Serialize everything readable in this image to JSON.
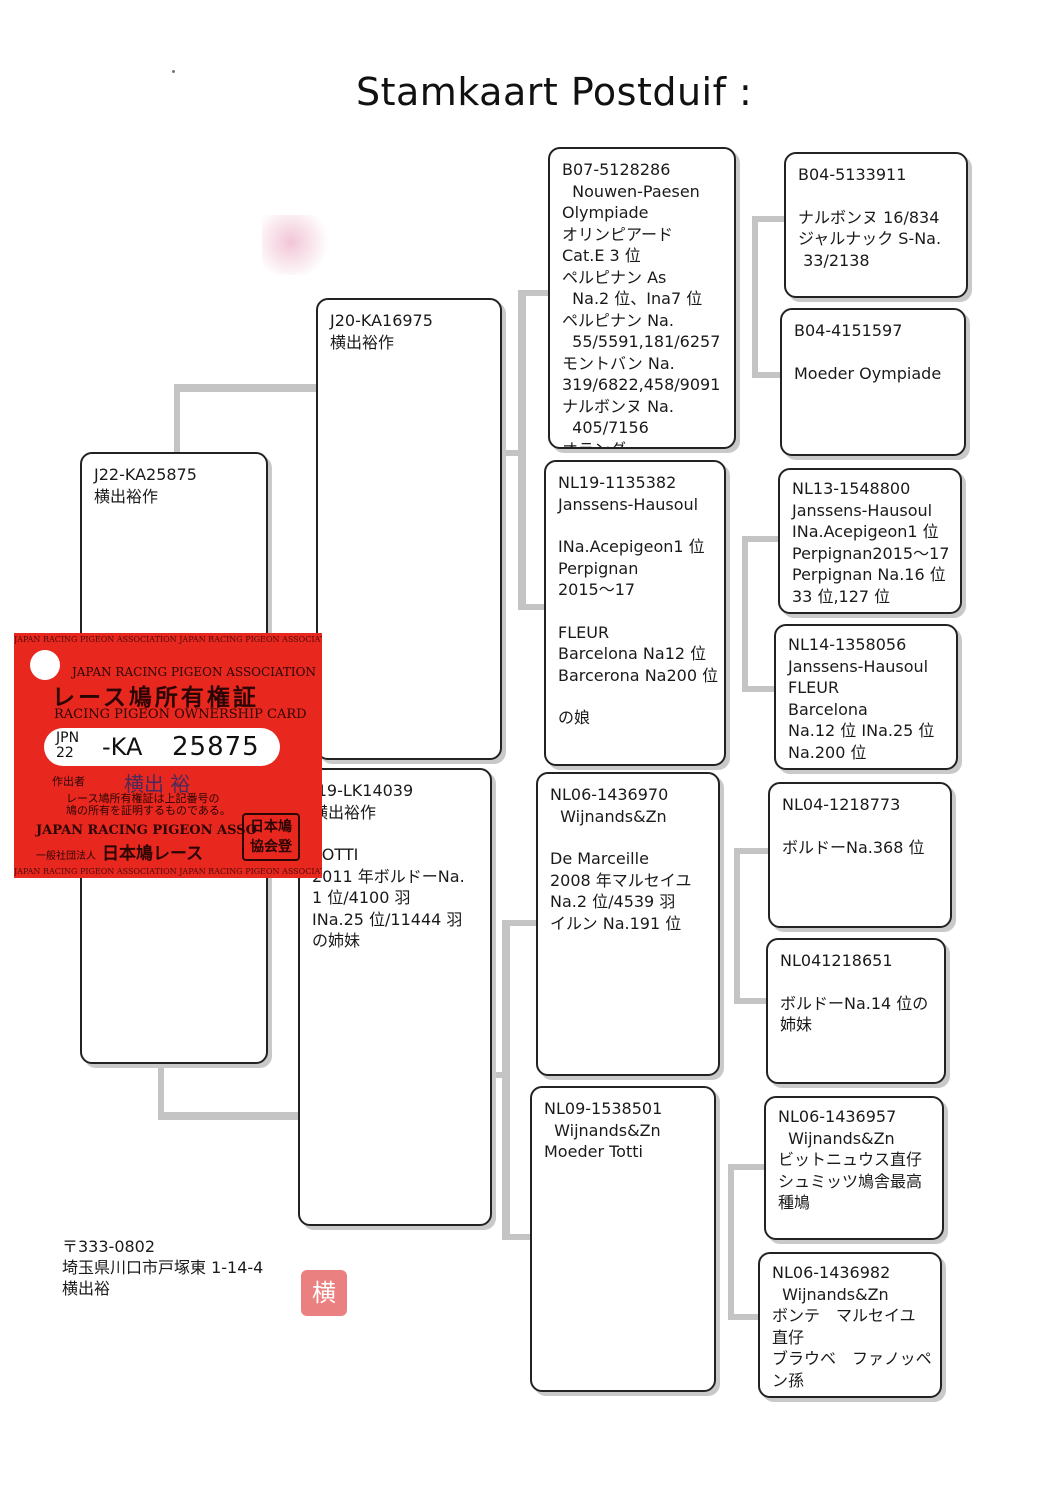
{
  "title": "Stamkaart Postduif :",
  "pigeons": {
    "subject": [
      "J22-KA25875",
      "横出裕作"
    ],
    "sire": [
      "J20-KA16975",
      "横出裕作"
    ],
    "dam": [
      "J19-LK14039",
      "横出裕作",
      "",
      "TOTTI",
      "2011 年ボルドーNa.",
      "1 位/4100 羽",
      "INa.25 位/11444 羽",
      "の姉妹"
    ],
    "sire_sire": [
      "B07-5128286",
      "  Nouwen-Paesen",
      "Olympiade",
      "オリンピアード",
      "Cat.E 3 位",
      "ペルピナン As",
      "  Na.2 位、Ina7 位",
      "ペルピナン Na.",
      "  55/5591,181/6257",
      "モントバン Na.",
      "319/6822,458/9091",
      "ナルボンヌ Na.",
      "  405/7156",
      "オランダ"
    ],
    "sire_dam": [
      "NL19-1135382",
      "Janssens-Hausoul",
      "",
      "INa.Acepigeon1 位",
      "Perpignan",
      "2015～17",
      "",
      "FLEUR",
      "Barcelona Na12 位",
      "Barcerona Na200 位",
      "",
      "の娘"
    ],
    "dam_sire": [
      "NL06-1436970",
      "  Wijnands&Zn",
      "",
      "De Marceille",
      "2008 年マルセイユ",
      "Na.2 位/4539 羽",
      "イルン Na.191 位"
    ],
    "dam_dam": [
      "NL09-1538501",
      "  Wijnands&Zn",
      "Moeder Totti"
    ],
    "ss_sire": [
      "B04-5133911",
      "",
      "ナルボンヌ 16/834",
      "ジャルナック S-Na.",
      " 33/2138"
    ],
    "ss_dam": [
      "B04-4151597",
      "",
      "Moeder Oympiade"
    ],
    "sd_sire": [
      "NL13-1548800",
      "Janssens-Hausoul",
      "INa.Acepigeon1 位",
      "Perpignan2015～17",
      "Perpignan Na.16 位",
      "33 位,127 位"
    ],
    "sd_dam": [
      "NL14-1358056",
      "Janssens-Hausoul",
      "FLEUR",
      "Barcelona",
      "Na.12 位 INa.25 位",
      "Na.200 位"
    ],
    "ds_sire": [
      "NL04-1218773",
      "",
      "ボルドーNa.368 位"
    ],
    "ds_dam": [
      "NL041218651",
      "",
      "ボルドーNa.14 位の",
      "姉妹"
    ],
    "dd_sire": [
      "NL06-1436957",
      "  Wijnands&Zn",
      "ビットニュウス直仔",
      "シュミッツ鳩舎最高",
      "種鳩"
    ],
    "dd_dam": [
      "NL06-1436982",
      "  Wijnands&Zn",
      "ボンテ　マルセイユ",
      "直仔",
      "ブラウベ　ファノッペ",
      "ン孫"
    ]
  },
  "ownership_card": {
    "edge_text": "JAPAN RACING PIGEON ASSOCIATION JAPAN RACING PIGEON ASSOCIATION",
    "assoc_en_top": "JAPAN RACING PIGEON ASSOCIATION",
    "title_jp": "レース鳩所有権証",
    "title_en": "RACING PIGEON OWNERSHIP CARD",
    "country_code": "JPN",
    "year": "22",
    "area_code": "-KA",
    "ring_number": "25875",
    "author_label": "作出者",
    "signature": "横出 裕",
    "note": "レース鳩所有権証は上記番号の\n鳩の所有を証明するものである。",
    "assoc_en_bottom": "JAPAN RACING PIGEON ASSO",
    "org_type": "一般社団法人",
    "assoc_jp": "日本鳩レース",
    "seal_text": "日本鳩\n協会登"
  },
  "address": {
    "postal": "〒333-0802",
    "street": "埼玉県川口市戸塚東 1-14-4",
    "name": "横出裕",
    "stamp": "横"
  }
}
